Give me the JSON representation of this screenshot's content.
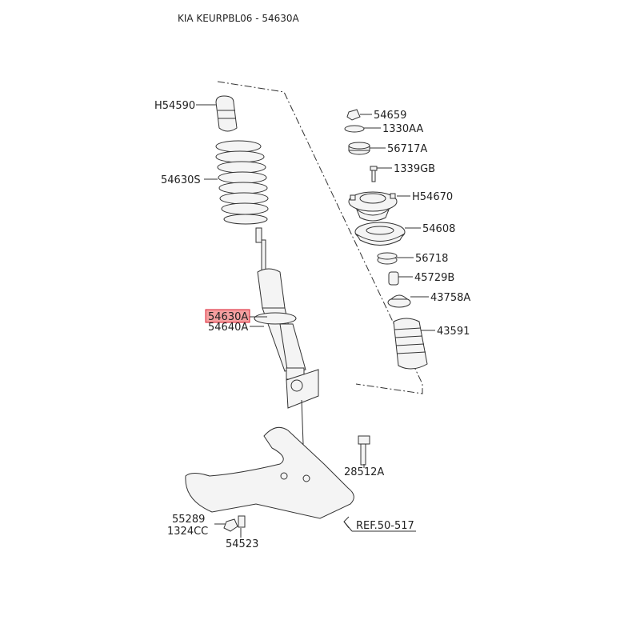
{
  "header": {
    "title": "KIA KEURPBL06 - 54630A"
  },
  "callouts": {
    "h54590": "H54590",
    "s54630s": "54630S",
    "s54630a": "54630A",
    "s54640a": "54640A",
    "s54659": "54659",
    "s1330aa": "1330AA",
    "s56717a": "56717A",
    "s1339gb": "1339GB",
    "h54670": "H54670",
    "s54608": "54608",
    "s56718": "56718",
    "s45729b": "45729B",
    "s43758a": "43758A",
    "s43591": "43591",
    "s28512a": "28512A",
    "s55289": "55289",
    "s1324cc": "1324CC",
    "s54523": "54523",
    "ref": "REF.50-517"
  },
  "colors": {
    "highlight": "#f4a0a0",
    "highlight_border": "#d23",
    "ink": "#333333"
  }
}
